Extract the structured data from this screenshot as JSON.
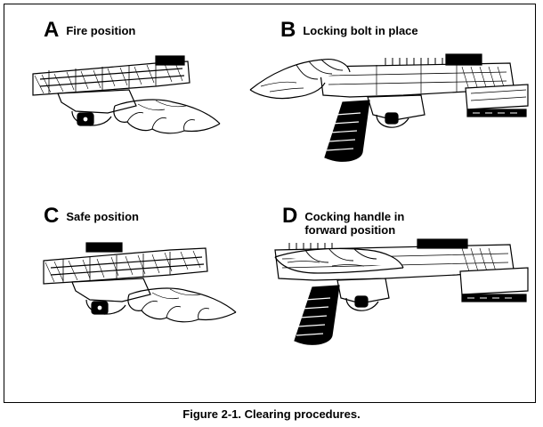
{
  "figure": {
    "caption": "Figure 2-1. Clearing procedures.",
    "panels": [
      {
        "letter": "A",
        "caption_lines": [
          "Fire position"
        ],
        "illustration_icon": "rifle-receiver-fire-icon"
      },
      {
        "letter": "B",
        "caption_lines": [
          "Locking bolt in place"
        ],
        "illustration_icon": "rifle-bolt-locked-icon"
      },
      {
        "letter": "C",
        "caption_lines": [
          "Safe position"
        ],
        "illustration_icon": "rifle-receiver-safe-icon"
      },
      {
        "letter": "D",
        "caption_lines": [
          "Cocking handle in",
          "forward position"
        ],
        "illustration_icon": "rifle-cocking-handle-icon"
      }
    ]
  },
  "colors": {
    "ink": "#000000",
    "paper": "#ffffff"
  }
}
